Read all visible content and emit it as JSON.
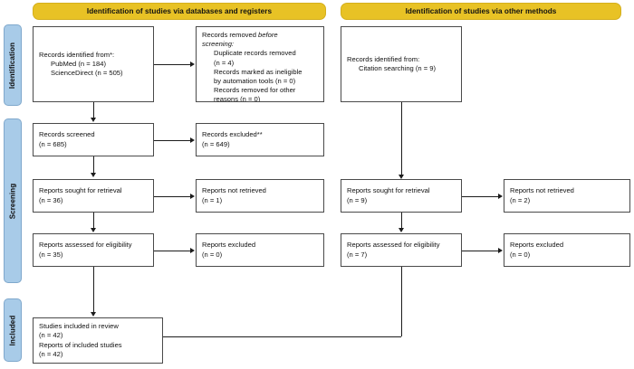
{
  "diagram": {
    "title": "PRISMA 2020 flow diagram",
    "colors": {
      "banner": "#E8C225",
      "rail": "#A8CBE8",
      "box_border": "#4a4a4a",
      "connector": "#1c1c1c",
      "background": "#ffffff"
    }
  },
  "banners": [
    {
      "id": "databases",
      "label": "Identification of studies via databases and registers"
    },
    {
      "id": "other",
      "label": "Identification of studies via other methods"
    }
  ],
  "rails": [
    {
      "id": "identification",
      "label": "Identification"
    },
    {
      "id": "screening",
      "label": "Screening"
    },
    {
      "id": "included",
      "label": "Included"
    }
  ],
  "boxes": {
    "records_identified": {
      "lines": [
        {
          "text": "Records identified from*:",
          "indent": false,
          "italic": false
        },
        {
          "text": "PubMed (n = 184)",
          "indent": true,
          "italic": false
        },
        {
          "text": "ScienceDirect (n = 505)",
          "indent": true,
          "italic": false
        }
      ]
    },
    "records_removed": {
      "lines": [
        {
          "text": "Records removed ",
          "indent": false,
          "italic": false,
          "tail_italic": "before"
        },
        {
          "text": "screening:",
          "indent": false,
          "italic": true
        },
        {
          "text": "Duplicate records removed",
          "indent": true,
          "italic": false
        },
        {
          "text": "(n = 4)",
          "indent": true,
          "italic": false
        },
        {
          "text": "Records marked as ineligible",
          "indent": true,
          "italic": false
        },
        {
          "text": "by automation tools (n = 0)",
          "indent": true,
          "italic": false
        },
        {
          "text": "Records removed for other",
          "indent": true,
          "italic": false
        },
        {
          "text": "reasons (n = 0)",
          "indent": true,
          "italic": false
        }
      ]
    },
    "records_screened": {
      "lines": [
        {
          "text": "Records screened",
          "indent": false,
          "italic": false
        },
        {
          "text": "(n = 685)",
          "indent": false,
          "italic": false
        }
      ]
    },
    "records_excluded": {
      "lines": [
        {
          "text": "Records excluded**",
          "indent": false,
          "italic": false
        },
        {
          "text": "(n = 649)",
          "indent": false,
          "italic": false
        }
      ]
    },
    "reports_sought_db": {
      "lines": [
        {
          "text": "Reports sought for retrieval",
          "indent": false,
          "italic": false
        },
        {
          "text": "(n = 36)",
          "indent": false,
          "italic": false
        }
      ]
    },
    "reports_not_retrieved_db": {
      "lines": [
        {
          "text": "Reports not retrieved",
          "indent": false,
          "italic": false
        },
        {
          "text": "(n = 1)",
          "indent": false,
          "italic": false
        }
      ]
    },
    "reports_assessed_db": {
      "lines": [
        {
          "text": "Reports assessed for eligibility",
          "indent": false,
          "italic": false
        },
        {
          "text": "(n = 35)",
          "indent": false,
          "italic": false
        }
      ]
    },
    "reports_excluded_db": {
      "lines": [
        {
          "text": "Reports excluded",
          "indent": false,
          "italic": false
        },
        {
          "text": "(n = 0)",
          "indent": false,
          "italic": false
        }
      ]
    },
    "records_identified_other": {
      "lines": [
        {
          "text": "Records identified from:",
          "indent": false,
          "italic": false
        },
        {
          "text": "Citation searching (n = 9)",
          "indent": true,
          "italic": false
        }
      ]
    },
    "reports_sought_other": {
      "lines": [
        {
          "text": "Reports sought for retrieval",
          "indent": false,
          "italic": false
        },
        {
          "text": "(n = 9)",
          "indent": false,
          "italic": false
        }
      ]
    },
    "reports_not_retrieved_other": {
      "lines": [
        {
          "text": "Reports not retrieved",
          "indent": false,
          "italic": false
        },
        {
          "text": "(n = 2)",
          "indent": false,
          "italic": false
        }
      ]
    },
    "reports_assessed_other": {
      "lines": [
        {
          "text": "Reports assessed for eligibility",
          "indent": false,
          "italic": false
        },
        {
          "text": "(n = 7)",
          "indent": false,
          "italic": false
        }
      ]
    },
    "reports_excluded_other": {
      "lines": [
        {
          "text": "Reports excluded",
          "indent": false,
          "italic": false
        },
        {
          "text": "(n = 0)",
          "indent": false,
          "italic": false
        }
      ]
    },
    "studies_included": {
      "lines": [
        {
          "text": "Studies included in review",
          "indent": false,
          "italic": false
        },
        {
          "text": "(n = 42)",
          "indent": false,
          "italic": false
        },
        {
          "text": "Reports of included studies",
          "indent": false,
          "italic": false
        },
        {
          "text": "(n = 42)",
          "indent": false,
          "italic": false
        }
      ]
    }
  }
}
